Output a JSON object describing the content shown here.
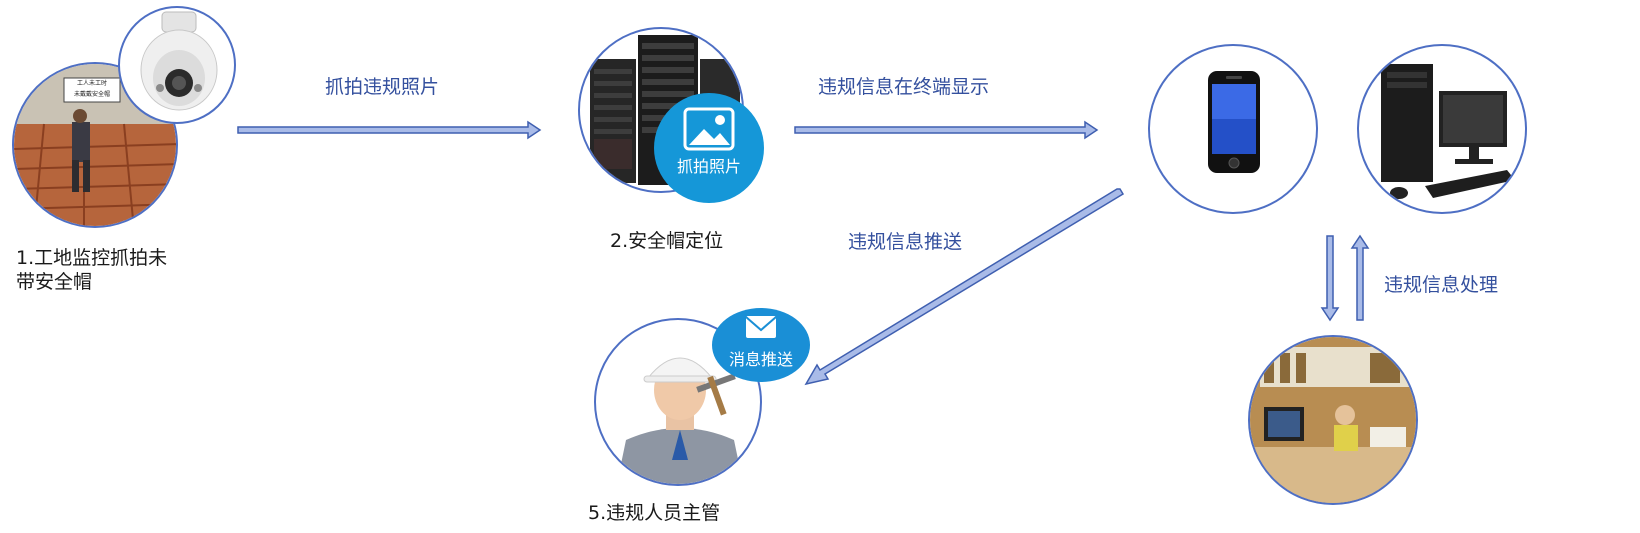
{
  "nodes": {
    "site_camera": {
      "caption_line1": "1.工地监控抓拍未",
      "caption_line2": "带安全帽",
      "sign_line1": "工人未工时",
      "sign_line2": "未戴戴安全帽"
    },
    "helmet_locate": {
      "caption": "2.安全帽定位",
      "badge_text": "抓拍照片"
    },
    "supervisor": {
      "caption": "5.违规人员主管",
      "bubble_text": "消息推送"
    }
  },
  "edges": {
    "capture_photo": "抓拍违规照片",
    "terminal_display": "违规信息在终端显示",
    "push_info": "违规信息推送",
    "handle_info": "违规信息处理"
  },
  "colors": {
    "arrow_fill": "#a9bbe8",
    "arrow_stroke": "#3f5fb0",
    "circle_border": "#4e6fc4",
    "accent_blue": "#1597d8"
  }
}
